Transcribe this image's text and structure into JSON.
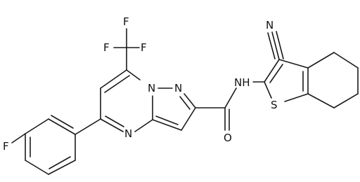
{
  "molecule": {
    "atoms": {
      "fluorine_top": "F",
      "fluorine_left": "F",
      "fluorine_right": "F",
      "fluorine_phenyl": "F",
      "n_bridge": "N",
      "n_pyrazole": "N",
      "n_pyrimidine": "N",
      "nitrile_n": "N",
      "amide_nh": "NH",
      "carbonyl_o": "O",
      "thiophene_s": "S"
    }
  }
}
